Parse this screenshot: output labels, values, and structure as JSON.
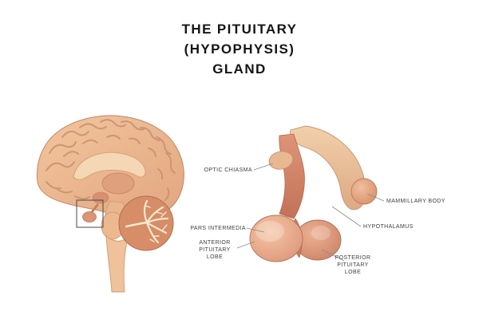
{
  "title": {
    "line1": "THE PITUITARY",
    "line2": "(HYPOPHYSIS)",
    "line3": "GLAND"
  },
  "labels": {
    "optic_chiasma": "OPTIC CHIASMA",
    "mammillary_body": "MAMMILLARY BODY",
    "pars_intermedia": "PARS INTERMEDIA",
    "hypothalamus": "HYPOTHALAMUS",
    "anterior_pituitary": {
      "line1": "ANTERIOR",
      "line2": "PITUITARY",
      "line3": "LOBE"
    },
    "posterior_pituitary": {
      "line1": "POSTERIOR",
      "line2": "PITUITARY",
      "line3": "LOBE"
    }
  },
  "palette": {
    "background": "#FFFFFF",
    "skin_light": "#F3D3AE",
    "skin_mid": "#E7AE8B",
    "skin_deep": "#D18A6B",
    "outline_brown": "#B97B59",
    "arbor_vitae_cream": "#F7E9CF",
    "label_text": "#3F3F3F",
    "leader_line": "#8A8A8A",
    "title_text": "#141414"
  }
}
